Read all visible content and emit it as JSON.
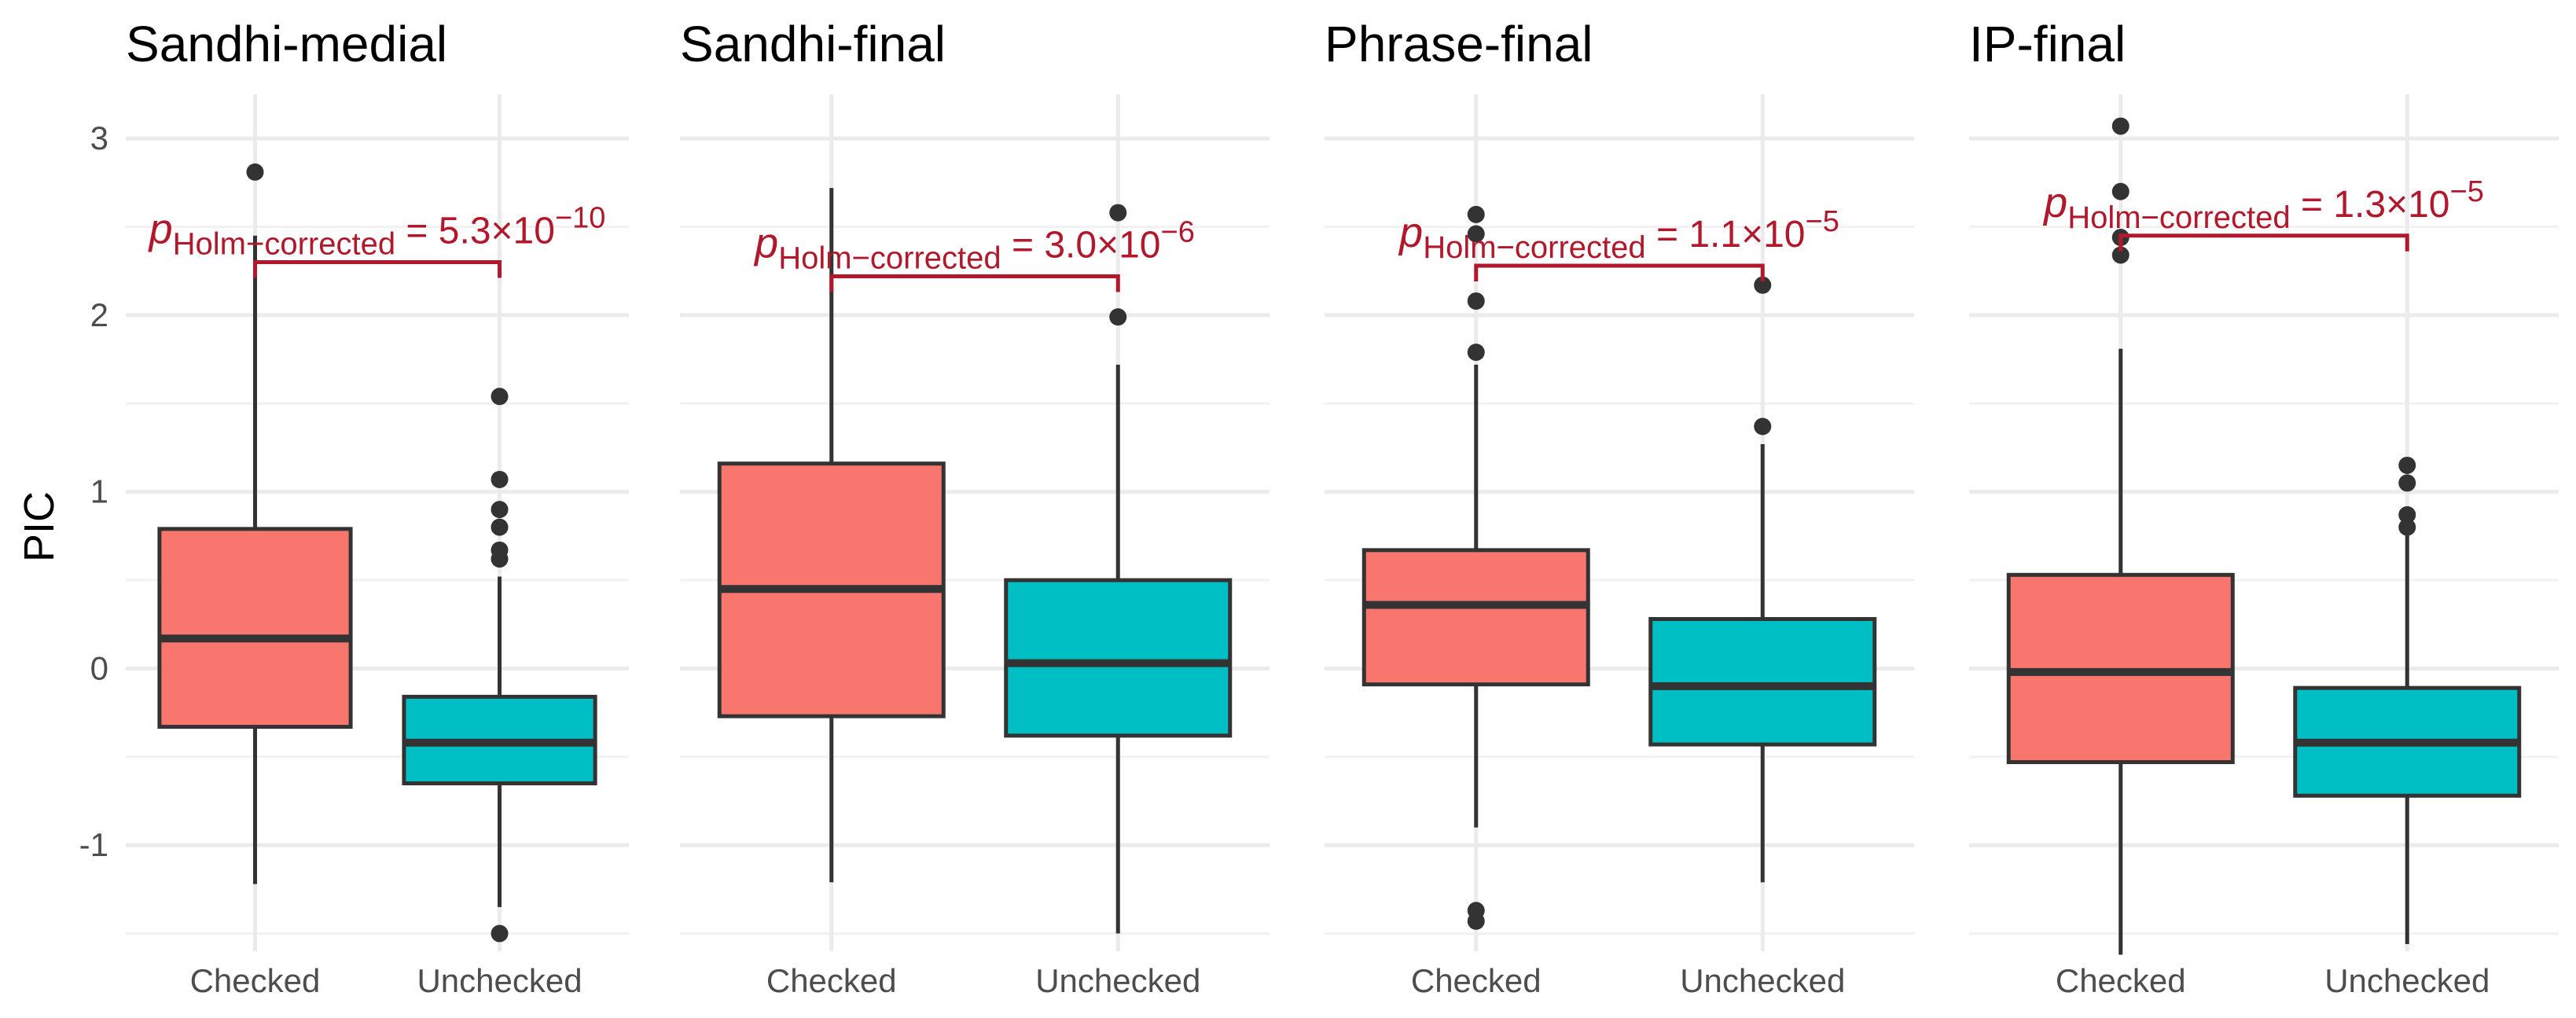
{
  "chart_data": {
    "type": "box",
    "ylabel": "PIC",
    "ylim": [
      -1.6,
      3.25
    ],
    "yticks": [
      -1,
      0,
      1,
      2,
      3
    ],
    "ytick_labels": [
      "-1",
      "0",
      "1",
      "2",
      "3"
    ],
    "categories": [
      "Checked",
      "Unchecked"
    ],
    "colors": {
      "Checked": "#F8766D",
      "Unchecked": "#00BFC4",
      "annotation": "#B2182B",
      "outline": "#333333"
    },
    "panels": [
      {
        "title": "Sandhi-medial",
        "boxes": [
          {
            "category": "Checked",
            "whisker_low": -1.22,
            "q1": -0.33,
            "median": 0.17,
            "q3": 0.79,
            "whisker_high": 2.45,
            "outliers": [
              2.81
            ]
          },
          {
            "category": "Unchecked",
            "whisker_low": -1.35,
            "q1": -0.65,
            "median": -0.42,
            "q3": -0.16,
            "whisker_high": 0.52,
            "outliers": [
              0.62,
              0.67,
              0.8,
              0.9,
              1.07,
              1.54,
              -1.5
            ]
          }
        ],
        "annotation": {
          "p_label": "p",
          "sub": "Holm−corrected",
          "value": "= 5.3×10",
          "exponent": "−10",
          "bracket_y": 2.3
        }
      },
      {
        "title": "Sandhi-final",
        "boxes": [
          {
            "category": "Checked",
            "whisker_low": -1.21,
            "q1": -0.27,
            "median": 0.45,
            "q3": 1.16,
            "whisker_high": 2.72,
            "outliers": []
          },
          {
            "category": "Unchecked",
            "whisker_low": -1.5,
            "q1": -0.38,
            "median": 0.03,
            "q3": 0.5,
            "whisker_high": 1.72,
            "outliers": [
              1.99,
              2.58
            ]
          }
        ],
        "annotation": {
          "p_label": "p",
          "sub": "Holm−corrected",
          "value": "= 3.0×10",
          "exponent": "−6",
          "bracket_y": 2.22
        }
      },
      {
        "title": "Phrase-final",
        "boxes": [
          {
            "category": "Checked",
            "whisker_low": -0.9,
            "q1": -0.09,
            "median": 0.36,
            "q3": 0.67,
            "whisker_high": 1.72,
            "outliers": [
              1.79,
              2.08,
              2.46,
              2.57,
              -1.37,
              -1.43
            ]
          },
          {
            "category": "Unchecked",
            "whisker_low": -1.21,
            "q1": -0.43,
            "median": -0.1,
            "q3": 0.28,
            "whisker_high": 1.27,
            "outliers": [
              1.37,
              2.17
            ]
          }
        ],
        "annotation": {
          "p_label": "p",
          "sub": "Holm−corrected",
          "value": "= 1.1×10",
          "exponent": "−5",
          "bracket_y": 2.28
        }
      },
      {
        "title": "IP-final",
        "boxes": [
          {
            "category": "Checked",
            "whisker_low": -1.62,
            "q1": -0.53,
            "median": -0.02,
            "q3": 0.53,
            "whisker_high": 1.81,
            "outliers": [
              2.34,
              2.44,
              2.7,
              3.07
            ]
          },
          {
            "category": "Unchecked",
            "whisker_low": -1.56,
            "q1": -0.72,
            "median": -0.42,
            "q3": -0.11,
            "whisker_high": 0.78,
            "outliers": [
              0.8,
              0.87,
              1.05,
              1.15
            ]
          }
        ],
        "annotation": {
          "p_label": "p",
          "sub": "Holm−corrected",
          "value": "= 1.3×10",
          "exponent": "−5",
          "bracket_y": 2.45
        }
      }
    ]
  }
}
